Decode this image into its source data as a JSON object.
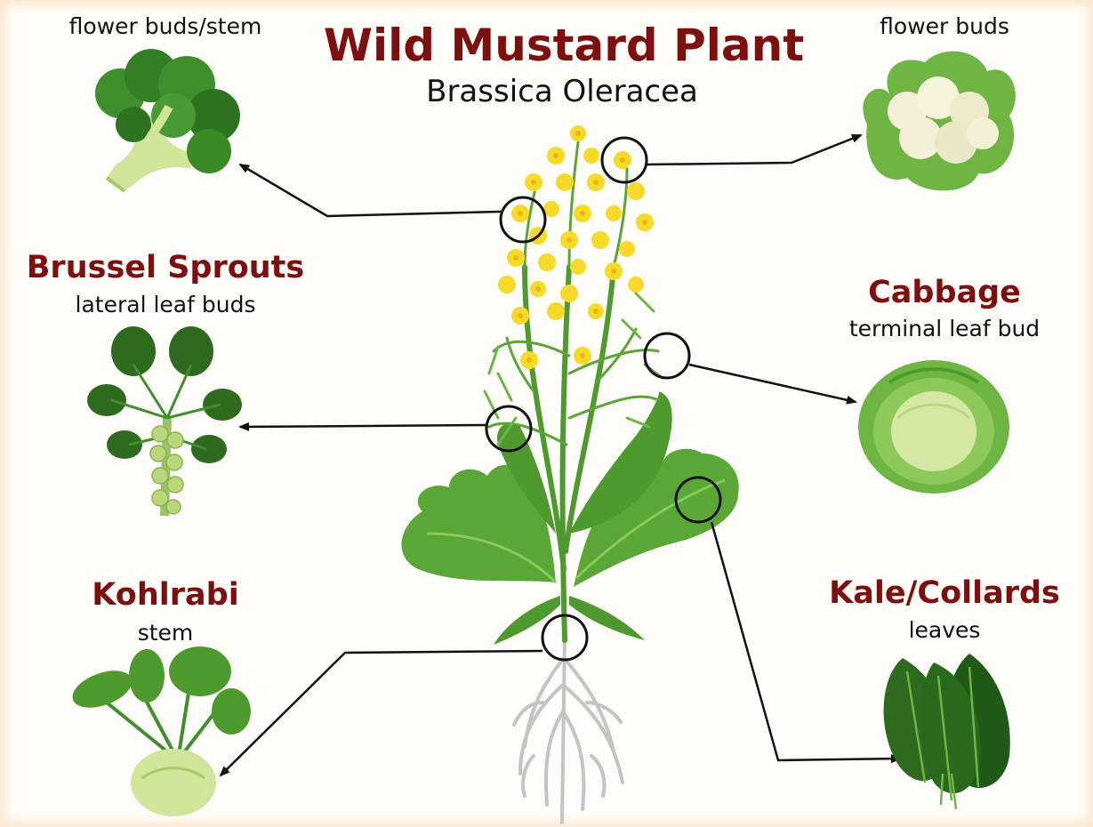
{
  "title": "Wild Mustard Plant",
  "subtitle": "Brassica Oleracea",
  "labels": {
    "broccoli": {
      "desc": "flower buds/stem"
    },
    "cauliflower": {
      "desc": "flower buds"
    },
    "brussels": {
      "name": "Brussel Sprouts",
      "desc": "lateral leaf buds"
    },
    "cabbage": {
      "name": "Cabbage",
      "desc": "terminal leaf bud"
    },
    "kohlrabi": {
      "name": "Kohlrabi",
      "desc": "stem"
    },
    "kale": {
      "name": "Kale/Collards",
      "desc": "leaves"
    }
  },
  "colors": {
    "heading": "#7d0f0f",
    "leaf_green": "#5aa636",
    "dark_leaf": "#2e7d32",
    "flower_yellow": "#f7d92a",
    "root_gray": "#c4c4c4"
  }
}
